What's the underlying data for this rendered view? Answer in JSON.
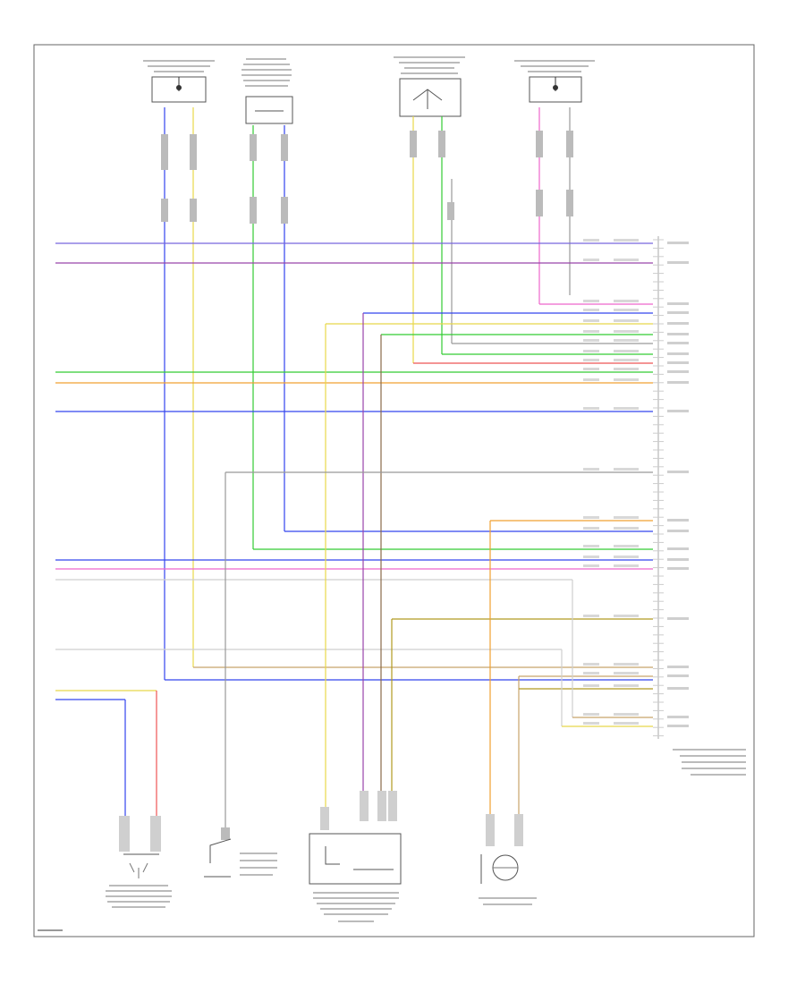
{
  "footer": {
    "code": "",
    "page_marker": ""
  },
  "components": {
    "module": {
      "label": ""
    },
    "top_sensors": [
      {
        "id": "top-sensor-1",
        "label": ""
      },
      {
        "id": "top-sensor-2",
        "label": ""
      },
      {
        "id": "top-sensor-3",
        "label": ""
      },
      {
        "id": "top-sensor-4",
        "label": ""
      }
    ],
    "bottom_components": [
      {
        "id": "accel-pedal-sensor",
        "label": ""
      },
      {
        "id": "pressure-switch",
        "label": ""
      },
      {
        "id": "throttle-body",
        "label": ""
      },
      {
        "id": "knock-sensor",
        "label": ""
      }
    ]
  },
  "colors": {
    "blue": "#3344ee",
    "brown": "#8a6a4a",
    "green": "#33cc33",
    "yellow": "#e8d84a",
    "orange": "#f0a030",
    "pink": "#ee66cc",
    "red": "#ee5555",
    "gray": "#999999",
    "light_gray": "#cfcfcf",
    "purple": "#9944aa",
    "violet": "#7766dd",
    "tan": "#c8a46a",
    "dark_yellow": "#b09a20"
  },
  "pin_labels": []
}
